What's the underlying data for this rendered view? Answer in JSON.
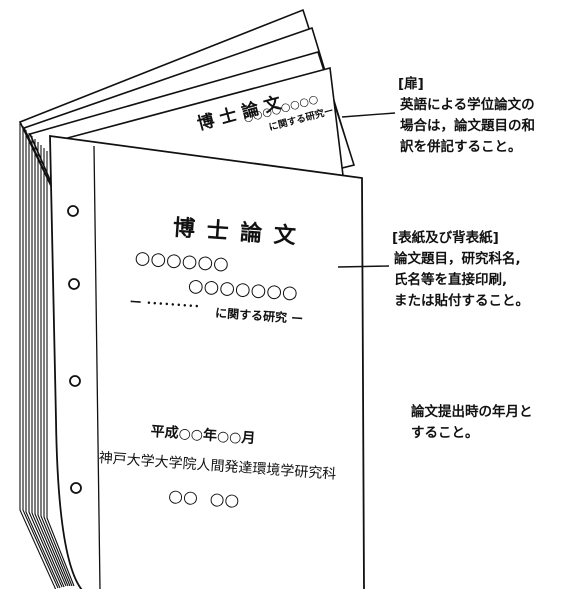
{
  "callouts": {
    "title_page": {
      "heading": "[扉]",
      "lines": [
        "英語による学位論文の",
        "場合は，論文題目の和",
        "訳を併記すること。"
      ]
    },
    "cover": {
      "heading": "[表紙及び背表紙]",
      "lines": [
        "論文題目，研究科名,",
        "氏名等を直接印刷,",
        "または貼付すること。"
      ]
    },
    "date_note": {
      "lines": [
        "論文提出時の年月と",
        "すること。"
      ]
    }
  },
  "inner_page": {
    "title": "博 士 論 文",
    "ovals": "○○○○○○○○",
    "subtitle": "に関する研究ー"
  },
  "front_cover": {
    "title": "博 士 論 文",
    "ovals_line1": "○○○○○○",
    "ovals_line2": "○○○○○○○",
    "subtitle_left": "ー ･････････",
    "subtitle_right": "に関する研究 ー",
    "date": "平成○○年○○月",
    "school": "神戸大学大学院人間発達環境学研究科",
    "name": "○○  ○○"
  }
}
